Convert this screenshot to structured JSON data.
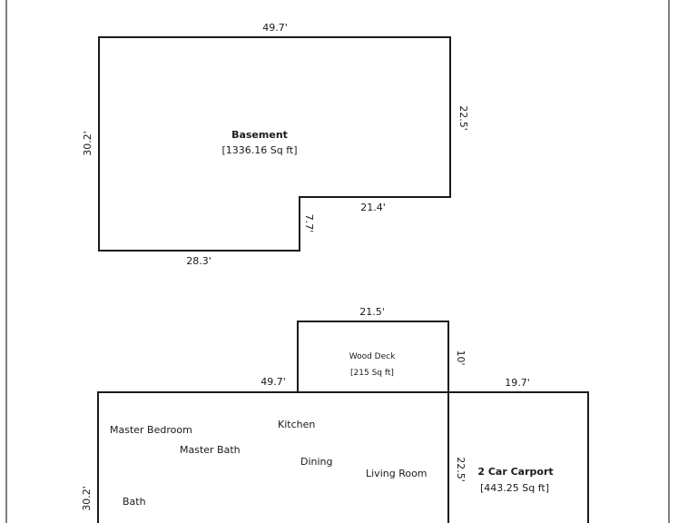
{
  "basement": {
    "name": "Basement",
    "area": "[1336.16 Sq ft]",
    "dim_top": "49.7'",
    "dim_right": "22.5'",
    "dim_left": "30.2'",
    "dim_step_h": "21.4'",
    "dim_step_v": "7.7'",
    "dim_bottom": "28.3'"
  },
  "deck": {
    "name": "Wood Deck",
    "area": "[215 Sq ft]",
    "dim_top": "21.5'",
    "dim_right": "10'"
  },
  "main_floor": {
    "dim_top": "49.7'",
    "dim_left": "30.2'",
    "dim_right": "22.5'",
    "rooms": {
      "master_bedroom": "Master Bedroom",
      "master_bath": "Master Bath",
      "kitchen": "Kitchen",
      "dining": "Dining",
      "living_room": "Living Room",
      "bath": "Bath"
    }
  },
  "carport": {
    "name": "2 Car Carport",
    "area": "[443.25 Sq ft]",
    "dim_top": "19.7'"
  }
}
